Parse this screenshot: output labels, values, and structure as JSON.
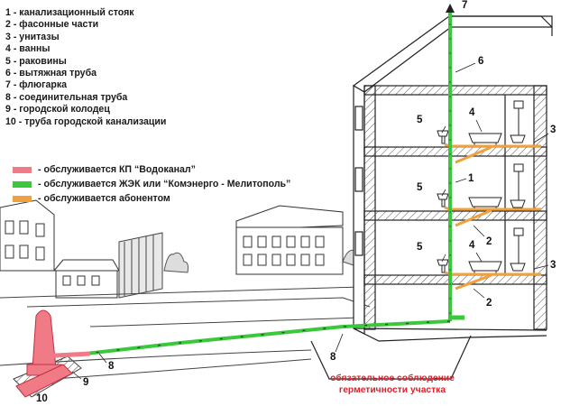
{
  "legend": [
    "1 - канализационный стояк",
    "2 - фасонные части",
    "3 - унитазы",
    "4 - ванны",
    "5 - раковины",
    "6 - вытяжная труба",
    "7 - флюгарка",
    "8 - соединительная труба",
    "9 - городской колодец",
    "10 - труба городской канализации"
  ],
  "service": [
    {
      "label": "- обслуживается КП “Водоканал”",
      "color": "#f07a86"
    },
    {
      "label": "- обслуживается ЖЭК или “Комэнерго - Мелитополь”",
      "color": "#3cc83c"
    },
    {
      "label": "- обслуживается абонентом",
      "color": "#f0a03c"
    }
  ],
  "colors": {
    "vodokanal": "#f07a86",
    "zhek": "#3cc83c",
    "abonent": "#f0a03c",
    "line": "#222222",
    "note": "#e0202a"
  },
  "numbers": {
    "n1": "1",
    "n2": "2",
    "n3": "3",
    "n4": "4",
    "n5": "5",
    "n6": "6",
    "n7": "7",
    "n8": "8",
    "n9": "9",
    "n10": "10"
  },
  "note": {
    "line1": "обязательное соблюдение",
    "line2": "герметичности участка"
  }
}
